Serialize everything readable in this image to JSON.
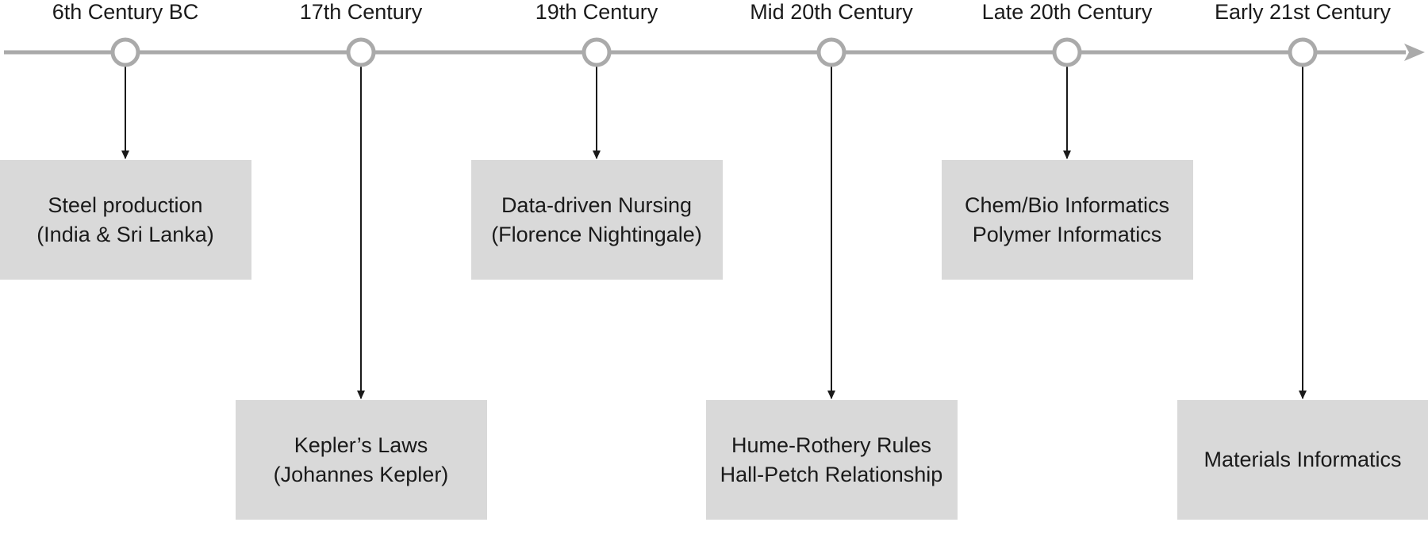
{
  "timeline": {
    "axis_color": "#aaaaaa",
    "box_color": "#d9d9d9",
    "eras": [
      {
        "label": "6th Century BC",
        "event_lines": [
          "Steel production",
          "(India & Sri Lanka)"
        ],
        "row": "upper"
      },
      {
        "label": "17th Century",
        "event_lines": [
          "Kepler’s Laws",
          "(Johannes Kepler)"
        ],
        "row": "lower"
      },
      {
        "label": "19th Century",
        "event_lines": [
          "Data-driven Nursing",
          "(Florence Nightingale)"
        ],
        "row": "upper"
      },
      {
        "label": "Mid 20th Century",
        "event_lines": [
          "Hume-Rothery Rules",
          "Hall-Petch Relationship"
        ],
        "row": "lower"
      },
      {
        "label": "Late 20th Century",
        "event_lines": [
          "Chem/Bio Informatics",
          "Polymer Informatics"
        ],
        "row": "upper"
      },
      {
        "label": "Early 21st Century",
        "event_lines": [
          "Materials Informatics"
        ],
        "row": "lower"
      }
    ]
  }
}
